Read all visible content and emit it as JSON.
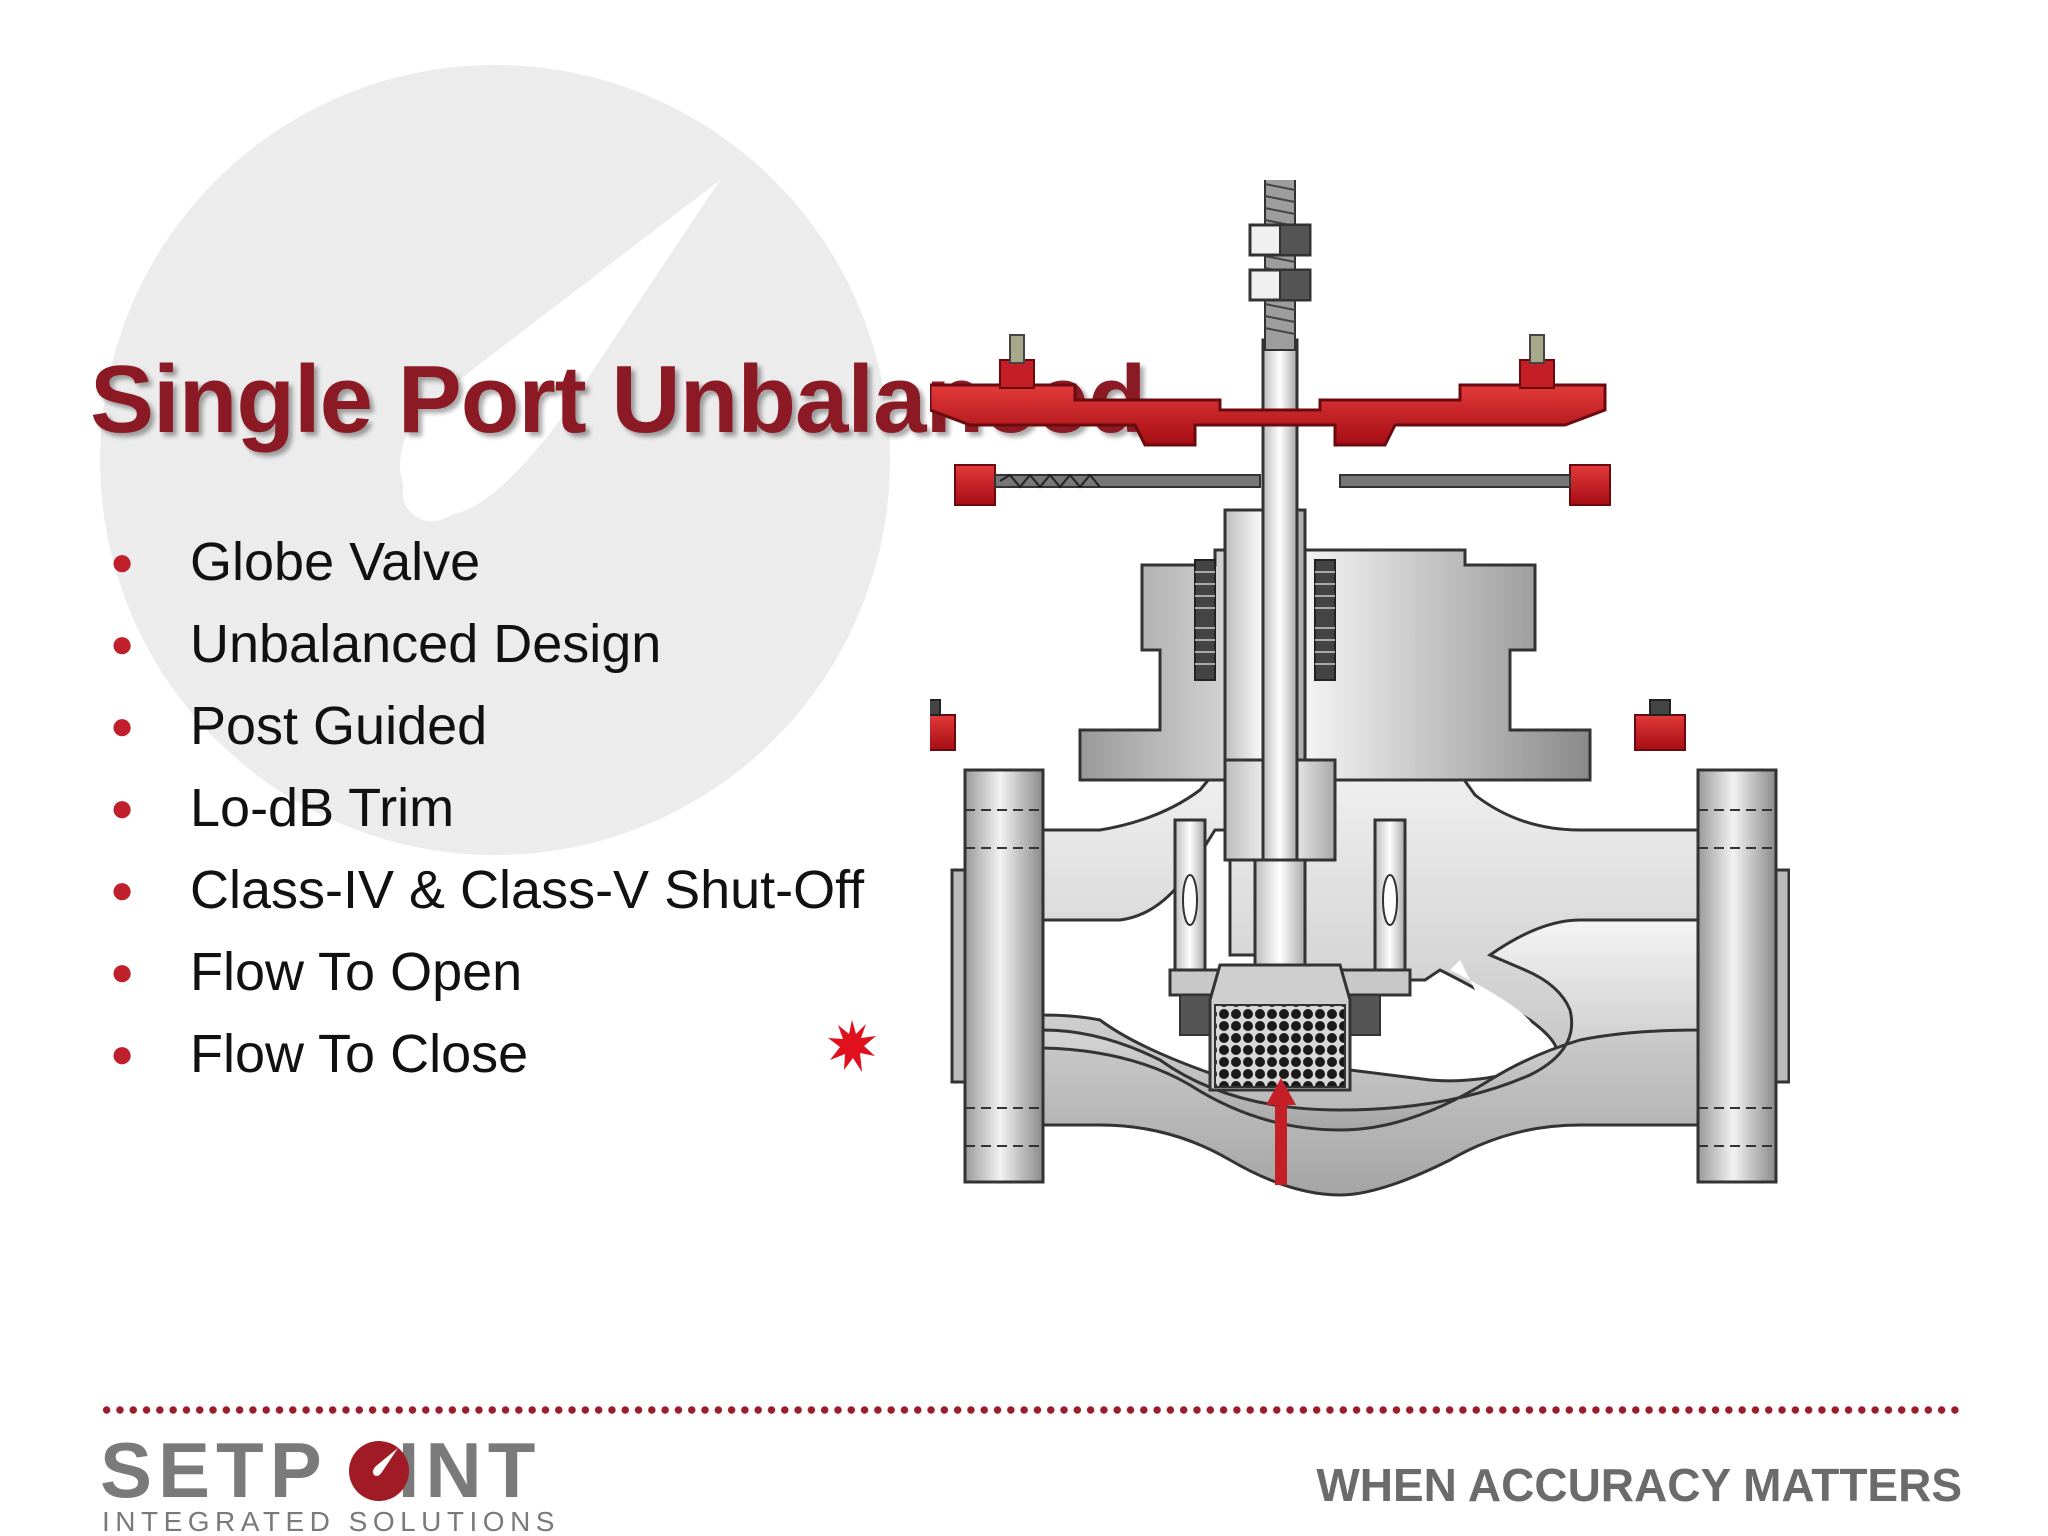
{
  "slide": {
    "title": "Single Port Unbalanced",
    "bullets": [
      "Globe Valve",
      "Unbalanced Design",
      "Post Guided",
      "Lo-dB Trim",
      "Class-IV & Class-V Shut-Off",
      "Flow To Open",
      "Flow To Close"
    ]
  },
  "footer": {
    "logo_word_left": "SETP",
    "logo_word_right": "INT",
    "logo_subtitle": "INTEGRATED SOLUTIONS",
    "tagline": "WHEN ACCURACY MATTERS"
  },
  "colors": {
    "title": "#8b1a24",
    "bullet": "#c0202c",
    "accent_red": "#c41e26",
    "footer_gray": "#7a7a7a"
  },
  "icons": {
    "watermark": "setpoint-gauge-watermark",
    "diagram": "globe-valve-cutaway",
    "marker": "red-starburst-icon"
  }
}
